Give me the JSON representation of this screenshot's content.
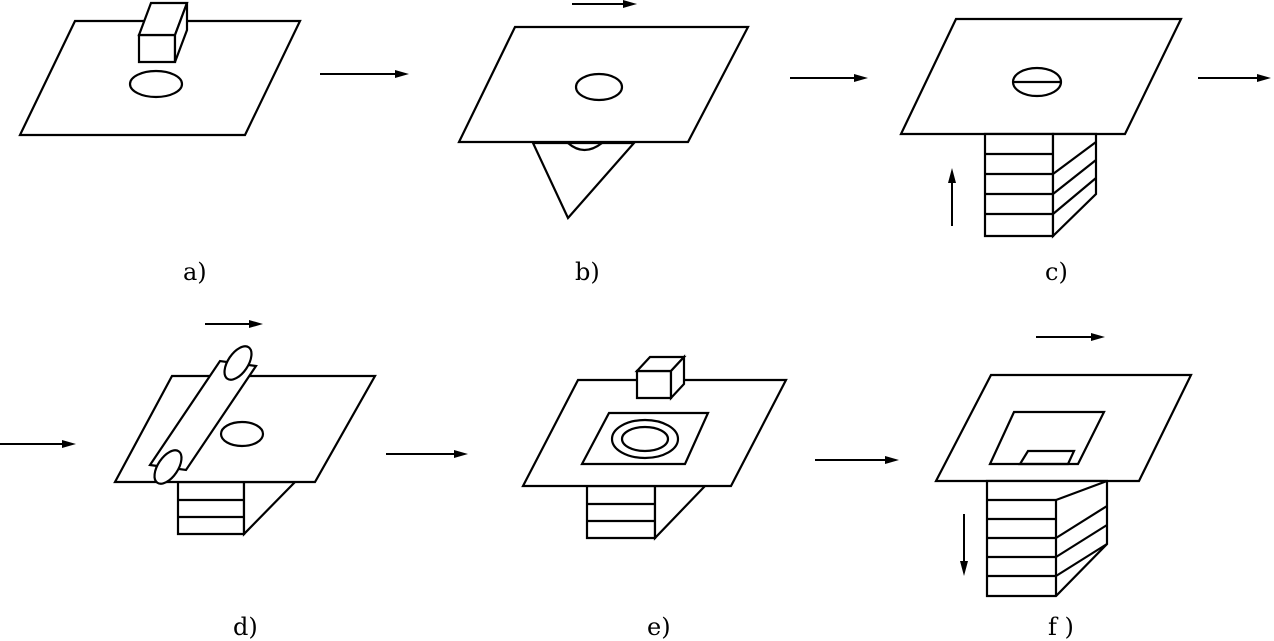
{
  "panels": [
    {
      "id": "a",
      "label": "a)"
    },
    {
      "id": "b",
      "label": "b)"
    },
    {
      "id": "c",
      "label": "c)"
    },
    {
      "id": "d",
      "label": "d)"
    },
    {
      "id": "e",
      "label": "e)"
    },
    {
      "id": "f",
      "label": "f )"
    }
  ],
  "colors": {
    "line": "#000000",
    "background": "#ffffff"
  }
}
